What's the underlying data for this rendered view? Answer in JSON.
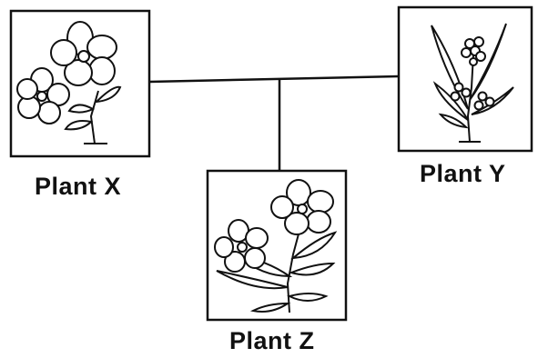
{
  "plants": {
    "x": {
      "label": "Plant X",
      "icon": "flower-illustration"
    },
    "y": {
      "label": "Plant Y",
      "icon": "flower-illustration"
    },
    "z": {
      "label": "Plant Z",
      "icon": "flower-illustration"
    }
  }
}
